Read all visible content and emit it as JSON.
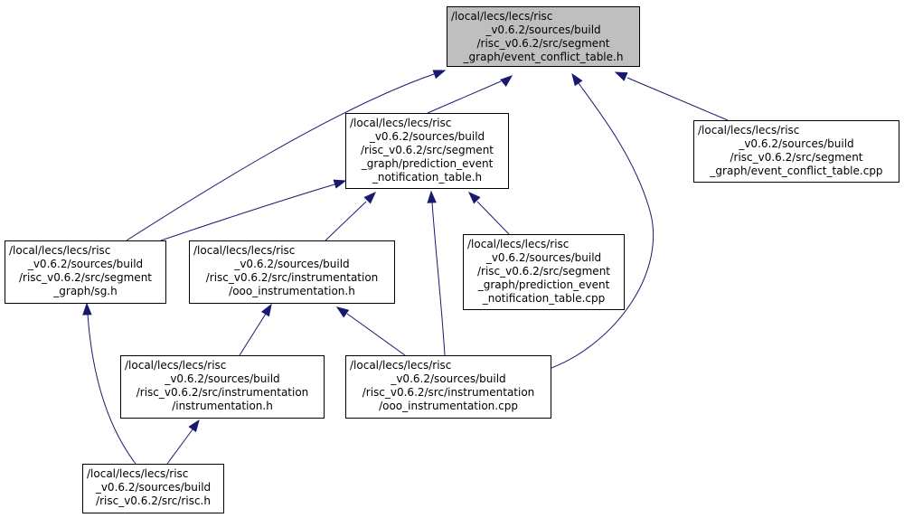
{
  "colors": {
    "edge": "#191970",
    "root_fill": "#bfbfbf",
    "node_fill": "#ffffff",
    "border": "#000000"
  },
  "nodes": [
    {
      "id": "event_conflict_table_h",
      "lines": [
        "/local/lecs/lecs/risc",
        "_v0.6.2/sources/build",
        "/risc_v0.6.2/src/segment",
        "_graph/event_conflict_table.h"
      ]
    },
    {
      "id": "prediction_event_notification_table_h",
      "lines": [
        "/local/lecs/lecs/risc",
        "_v0.6.2/sources/build",
        "/risc_v0.6.2/src/segment",
        "_graph/prediction_event",
        "_notification_table.h"
      ]
    },
    {
      "id": "event_conflict_table_cpp",
      "lines": [
        "/local/lecs/lecs/risc",
        "_v0.6.2/sources/build",
        "/risc_v0.6.2/src/segment",
        "_graph/event_conflict_table.cpp"
      ]
    },
    {
      "id": "sg_h",
      "lines": [
        "/local/lecs/lecs/risc",
        "_v0.6.2/sources/build",
        "/risc_v0.6.2/src/segment",
        "_graph/sg.h"
      ]
    },
    {
      "id": "ooo_instrumentation_h",
      "lines": [
        "/local/lecs/lecs/risc",
        "_v0.6.2/sources/build",
        "/risc_v0.6.2/src/instrumentation",
        "/ooo_instrumentation.h"
      ]
    },
    {
      "id": "prediction_event_notification_table_cpp",
      "lines": [
        "/local/lecs/lecs/risc",
        "_v0.6.2/sources/build",
        "/risc_v0.6.2/src/segment",
        "_graph/prediction_event",
        "_notification_table.cpp"
      ]
    },
    {
      "id": "instrumentation_h",
      "lines": [
        "/local/lecs/lecs/risc",
        "_v0.6.2/sources/build",
        "/risc_v0.6.2/src/instrumentation",
        "/instrumentation.h"
      ]
    },
    {
      "id": "ooo_instrumentation_cpp",
      "lines": [
        "/local/lecs/lecs/risc",
        "_v0.6.2/sources/build",
        "/risc_v0.6.2/src/instrumentation",
        "/ooo_instrumentation.cpp"
      ]
    },
    {
      "id": "risc_h",
      "lines": [
        "/local/lecs/lecs/risc",
        "_v0.6.2/sources/build",
        "/risc_v0.6.2/src/risc.h"
      ]
    }
  ],
  "edges": [
    {
      "from": "prediction_event_notification_table_h",
      "to": "event_conflict_table_h"
    },
    {
      "from": "event_conflict_table_cpp",
      "to": "event_conflict_table_h"
    },
    {
      "from": "sg_h",
      "to": "event_conflict_table_h"
    },
    {
      "from": "ooo_instrumentation_cpp",
      "to": "event_conflict_table_h"
    },
    {
      "from": "sg_h",
      "to": "prediction_event_notification_table_h"
    },
    {
      "from": "ooo_instrumentation_h",
      "to": "prediction_event_notification_table_h"
    },
    {
      "from": "prediction_event_notification_table_cpp",
      "to": "prediction_event_notification_table_h"
    },
    {
      "from": "ooo_instrumentation_cpp",
      "to": "prediction_event_notification_table_h"
    },
    {
      "from": "instrumentation_h",
      "to": "ooo_instrumentation_h"
    },
    {
      "from": "ooo_instrumentation_cpp",
      "to": "ooo_instrumentation_h"
    },
    {
      "from": "risc_h",
      "to": "sg_h"
    },
    {
      "from": "risc_h",
      "to": "instrumentation_h"
    }
  ]
}
